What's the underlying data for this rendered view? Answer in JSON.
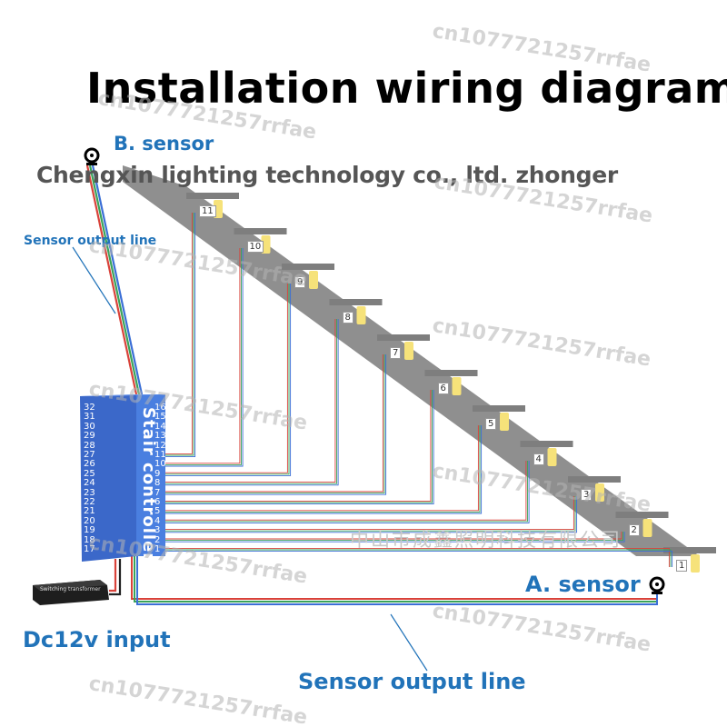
{
  "title": "Installation wiring diagram",
  "company": "Chengxin lighting technology co., ltd. zhonger",
  "labels": {
    "sensor_b": "B. sensor",
    "sensor_a": "A. sensor",
    "sensor_output_line_left": "Sensor output line",
    "sensor_output_line_bottom": "Sensor output line",
    "dc_input": "Dc12v input",
    "controller": "Stair controller",
    "transformer": "Switching transformer"
  },
  "controller_pins_left": [
    "32",
    "31",
    "30",
    "29",
    "28",
    "27",
    "26",
    "25",
    "24",
    "23",
    "22",
    "21",
    "20",
    "19",
    "18",
    "17"
  ],
  "controller_pins_right": [
    "16",
    "15",
    "14",
    "13",
    "12",
    "11",
    "10",
    "9",
    "8",
    "7",
    "6",
    "5",
    "4",
    "3",
    "2",
    "1"
  ],
  "steps": [
    "11",
    "10",
    "9",
    "8",
    "7",
    "6",
    "5",
    "4",
    "3",
    "2",
    "1"
  ],
  "watermark_text": "cn1077721257rrfae",
  "chinese_watermark": "中山市成鑫照明科技有限公司",
  "colors": {
    "label_blue": "#2173b9",
    "controller_blue": "#4a7fe0",
    "stair_gray": "#8f8f8f",
    "wire_red": "#d9423a",
    "wire_green": "#3aa35a",
    "wire_blue": "#3b6fd6",
    "led_yellow": "#f6e27a"
  },
  "icons": {
    "sensor": "sensor-icon",
    "transformer": "transformer-icon",
    "led": "led-light-icon"
  }
}
